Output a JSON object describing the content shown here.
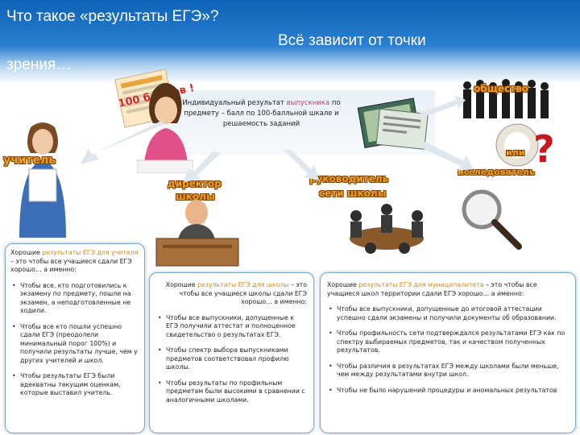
{
  "header": {
    "title_line1": "Что такое «результаты ЕГЭ»?",
    "title_line2": "Всё зависит от точки",
    "title_line3": "зрения…"
  },
  "center": {
    "badge_text": "100 баллов !",
    "caption_pre": "Индивидуальный результат ",
    "caption_hl": "выпускника",
    "caption_post": " по предмету – балл по 100-балльной шкале и решаемость заданий"
  },
  "roles": {
    "teacher": "учитель",
    "director_line1": "директор",
    "director_line2": "школы",
    "network_line1": "руководитель",
    "network_line2": "сети школы",
    "society": "общество",
    "researcher_line1": "или",
    "researcher_line2": "исследователь",
    "question": "?"
  },
  "colors": {
    "header_blue": "#0e63b8",
    "role_orange": "#f0a019",
    "highlight_pink": "#c43a7a",
    "highlight_orange": "#d98a10",
    "panel_border": "#7ea7cc",
    "question_red": "#c8181e"
  },
  "panel_left": {
    "lead_pre": "Хорошие ",
    "lead_hl": "результаты ЕГЭ для учителя",
    "lead_post": " – это чтобы все учащиеся сдали ЕГЭ хорошо… а именно:",
    "items": [
      "Чтобы все, кто подготовились к экзамену по предмету, пошли на экзамен, a неподготовленные не ходили.",
      "Чтобы все кто пошли успешно сдали ЕГЭ (преодолели минимальный порог 100%) и получили результаты лучше, чем у других учителей и школ.",
      "Чтобы результаты ЕГЭ были адекватны текущим оценкам, которые выставил учитель."
    ]
  },
  "panel_mid": {
    "lead_pre": "Хорошие ",
    "lead_hl": "результаты ЕГЭ для школы",
    "lead_post": " – это чтобы все учащиеся школы сдали ЕГЭ хорошо… а именно:",
    "items": [
      "Чтобы все выпускники, допущенные к ЕГЭ получили аттестат и полноценное свидетельство о результатах ЕГЭ.",
      "Чтобы спектр выбора выпускниками предметов соответствовал профилю школы.",
      "Чтобы результаты по профильным предметам были высокими в сравнении с аналогичными школами."
    ]
  },
  "panel_right": {
    "lead_pre": "Хорошие ",
    "lead_hl": "результаты ЕГЭ для муниципалитета",
    "lead_post": " – это чтобы все учащиеся школ территории сдали ЕГЭ хорошо… а именно:",
    "items": [
      "Чтобы все выпускники, допущенные до итоговой аттестации успешно сдали экзамены и получили документы об образовании.",
      "Чтобы профильность сети подтверждался результатами ЕГЭ как по спектру выбираемых предметов, так и качеством полученных результатов.",
      "Чтобы различия в результатах ЕГЭ между школами были меньше, чем между результатами внутри школ.",
      "Чтобы не было нарушений процедуры и аномальных результатов"
    ]
  }
}
